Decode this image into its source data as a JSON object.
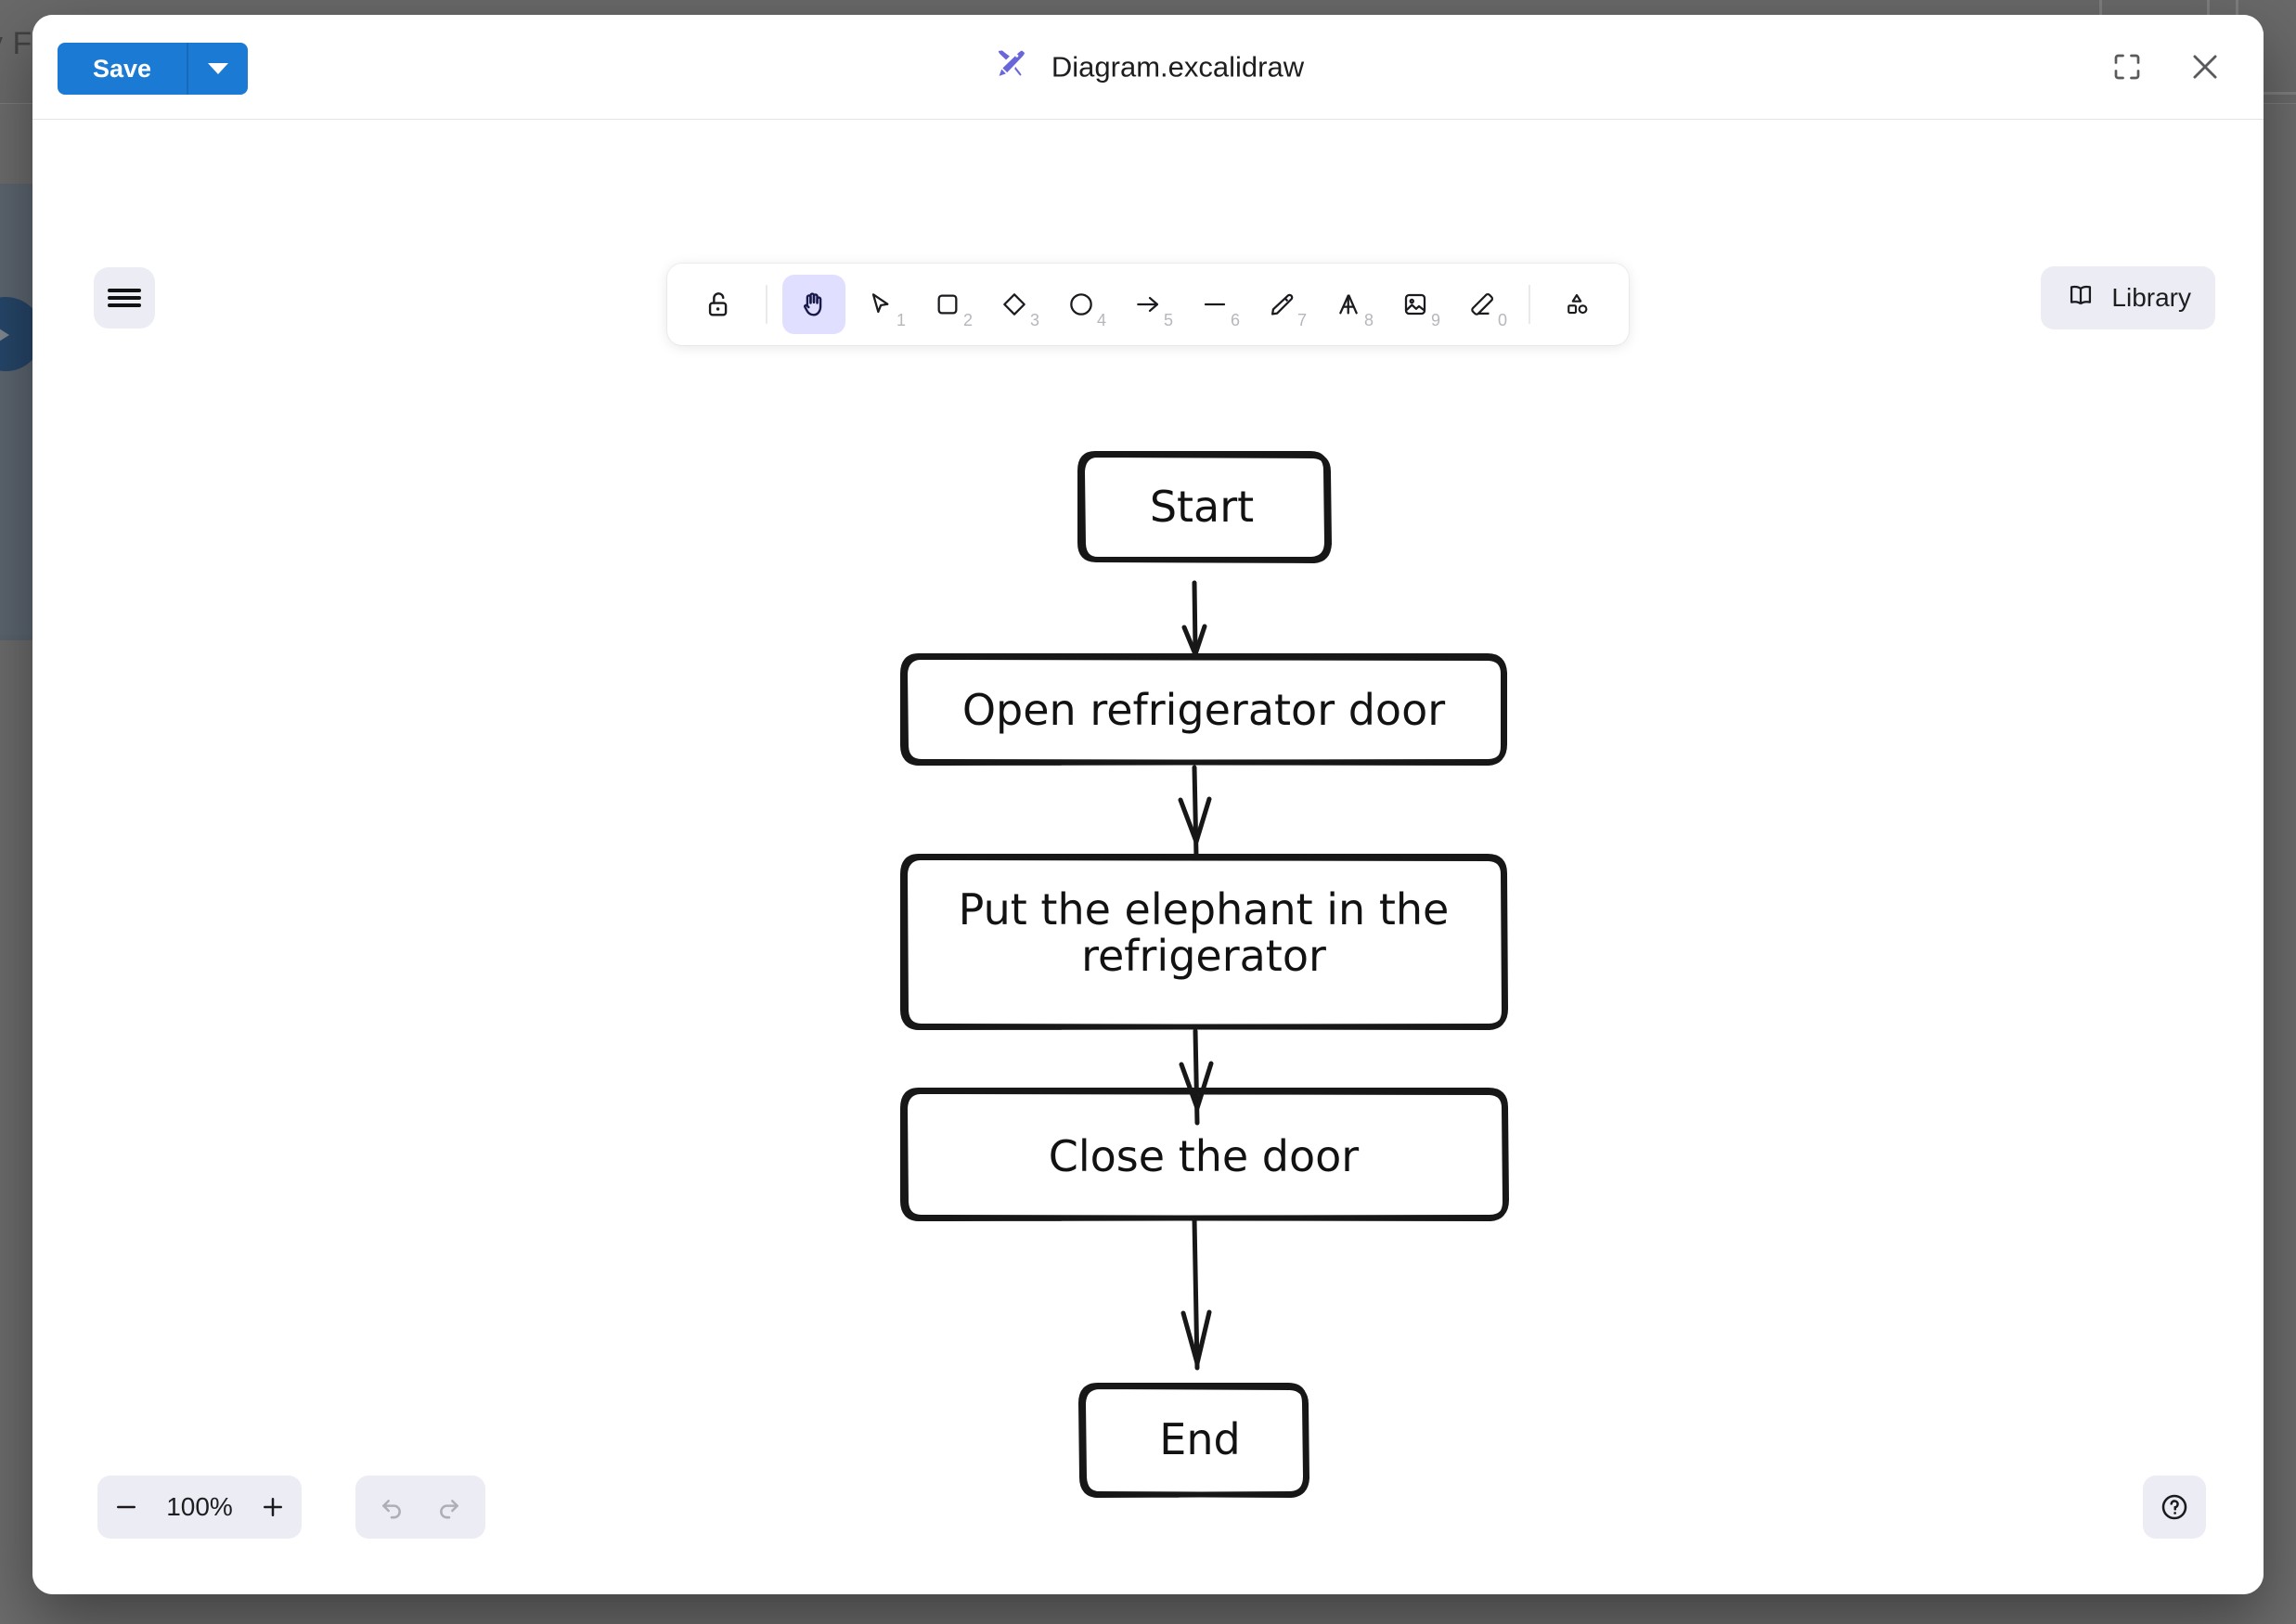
{
  "background_app": {
    "topbar_text": "ly F",
    "visible": true
  },
  "window": {
    "title": "Diagram.excalidraw",
    "logo_icon": "excalidraw-crossed-pencils-icon",
    "accent_color": "#6965db",
    "save_label": "Save",
    "save_caret_icon": "chevron-down-icon",
    "save_button_color": "#1a7ad4",
    "actions": [
      {
        "name": "fullscreen-button",
        "icon": "fullscreen-icon"
      },
      {
        "name": "close-button",
        "icon": "close-icon"
      }
    ]
  },
  "menu_button": {
    "icon": "hamburger-menu-icon",
    "label": "Menu"
  },
  "toolbar": {
    "lock": {
      "icon": "lock-open-icon",
      "label": "Keep selected tool active after drawing",
      "shortcut": ""
    },
    "tools": [
      {
        "icon": "hand-icon",
        "label": "Hand (panning tool)",
        "shortcut": "",
        "active": true
      },
      {
        "icon": "selection-icon",
        "label": "Selection",
        "shortcut": "1",
        "active": false
      },
      {
        "icon": "rectangle-icon",
        "label": "Rectangle",
        "shortcut": "2",
        "active": false
      },
      {
        "icon": "diamond-icon",
        "label": "Diamond",
        "shortcut": "3",
        "active": false
      },
      {
        "icon": "ellipse-icon",
        "label": "Ellipse",
        "shortcut": "4",
        "active": false
      },
      {
        "icon": "arrow-icon",
        "label": "Arrow",
        "shortcut": "5",
        "active": false
      },
      {
        "icon": "line-icon",
        "label": "Line",
        "shortcut": "6",
        "active": false
      },
      {
        "icon": "draw-icon",
        "label": "Draw",
        "shortcut": "7",
        "active": false
      },
      {
        "icon": "text-icon",
        "label": "Text",
        "shortcut": "8",
        "active": false
      },
      {
        "icon": "image-icon",
        "label": "Insert image",
        "shortcut": "9",
        "active": false
      },
      {
        "icon": "eraser-icon",
        "label": "Eraser",
        "shortcut": "0",
        "active": false
      },
      {
        "icon": "more-shapes-icon",
        "label": "More tools",
        "shortcut": "",
        "active": false
      }
    ],
    "active_tool_bg": "#e0dfff"
  },
  "library": {
    "label": "Library",
    "icon": "book-icon"
  },
  "footer": {
    "zoom_out_icon": "minus-icon",
    "zoom_value": "100%",
    "zoom_in_icon": "plus-icon",
    "undo_icon": "undo-icon",
    "redo_icon": "redo-icon",
    "undo_enabled": false,
    "redo_enabled": false,
    "help_icon": "help-circle-icon"
  },
  "chart_data": {
    "type": "diagram",
    "diagram_kind": "flowchart",
    "title": "",
    "style": "hand-drawn",
    "nodes": [
      {
        "id": "n1",
        "label": "Start",
        "shape": "rounded-rectangle"
      },
      {
        "id": "n2",
        "label": "Open refrigerator door",
        "shape": "rounded-rectangle"
      },
      {
        "id": "n3",
        "label": "Put the elephant in the refrigerator",
        "shape": "rounded-rectangle"
      },
      {
        "id": "n4",
        "label": "Close the door",
        "shape": "rounded-rectangle"
      },
      {
        "id": "n5",
        "label": "End",
        "shape": "rounded-rectangle"
      }
    ],
    "edges": [
      {
        "from": "n1",
        "to": "n2",
        "type": "arrow",
        "label": ""
      },
      {
        "from": "n2",
        "to": "n3",
        "type": "arrow",
        "label": ""
      },
      {
        "from": "n3",
        "to": "n4",
        "type": "arrow",
        "label": ""
      },
      {
        "from": "n4",
        "to": "n5",
        "type": "arrow",
        "label": ""
      }
    ],
    "node_text": {
      "n1": "Start",
      "n2": "Open refrigerator door",
      "n3_line1": "Put the elephant in the",
      "n3_line2": "refrigerator",
      "n4": "Close the door",
      "n5": "End"
    }
  }
}
